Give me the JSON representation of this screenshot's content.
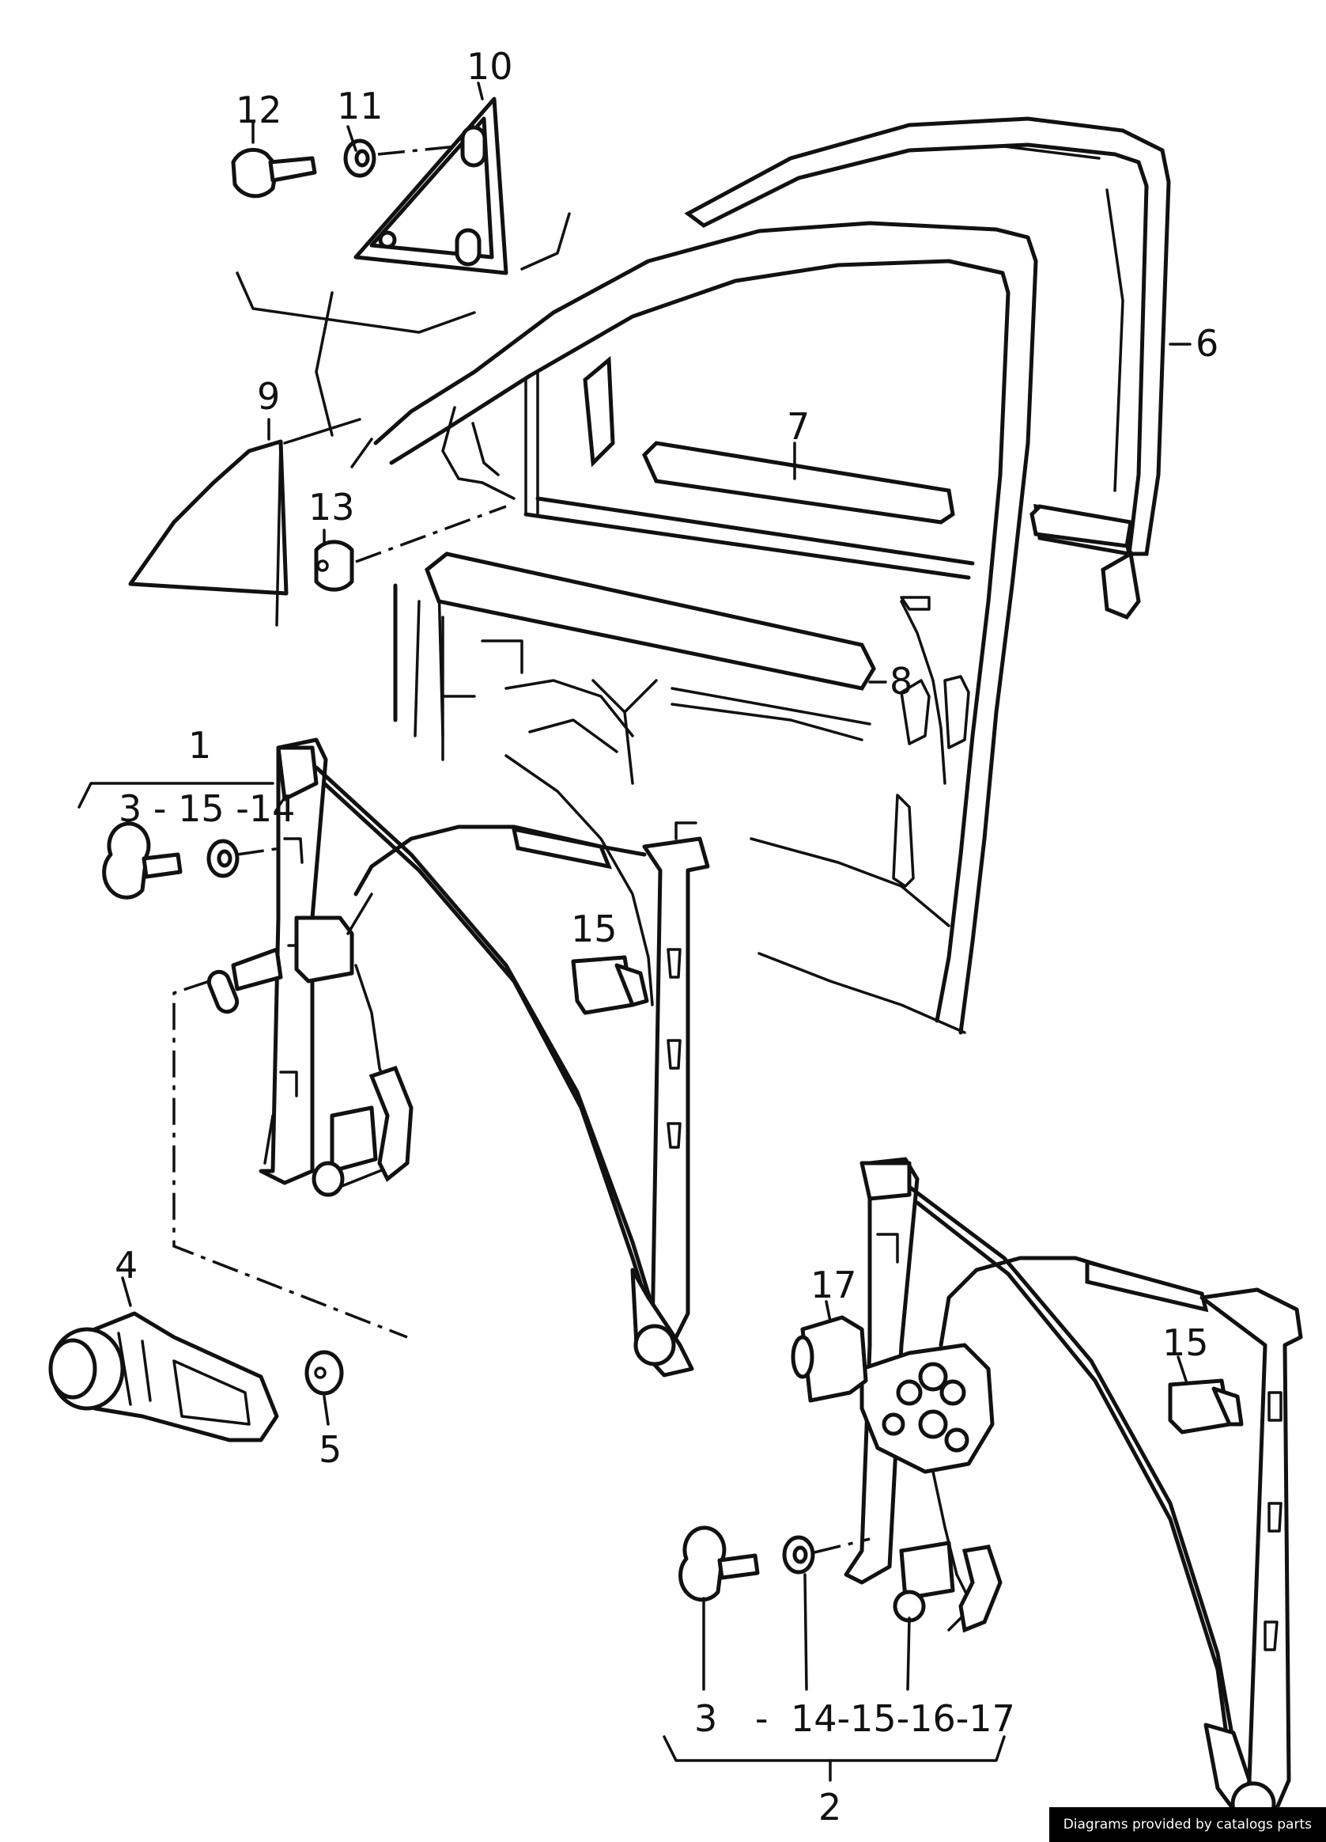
{
  "labels": [
    {
      "key": "l10",
      "text": "10"
    },
    {
      "key": "l12",
      "text": "12"
    },
    {
      "key": "l11",
      "text": "11"
    },
    {
      "key": "l6",
      "text": "6"
    },
    {
      "key": "l9",
      "text": "9"
    },
    {
      "key": "l7",
      "text": "7"
    },
    {
      "key": "l13",
      "text": "13"
    },
    {
      "key": "l8",
      "text": "8"
    },
    {
      "key": "l1",
      "text": "1"
    },
    {
      "key": "l3_15_14",
      "text": "3 - 15 -14"
    },
    {
      "key": "l15a",
      "text": "15"
    },
    {
      "key": "l4",
      "text": "4"
    },
    {
      "key": "l5",
      "text": "5"
    },
    {
      "key": "l17",
      "text": "17"
    },
    {
      "key": "l15b",
      "text": "15"
    },
    {
      "key": "l3b",
      "text": "3"
    },
    {
      "key": "l_dash",
      "text": "-"
    },
    {
      "key": "l14_17",
      "text": "14-15-16-17"
    },
    {
      "key": "l2",
      "text": "2"
    }
  ],
  "credit": "Diagrams provided by catalogs parts"
}
